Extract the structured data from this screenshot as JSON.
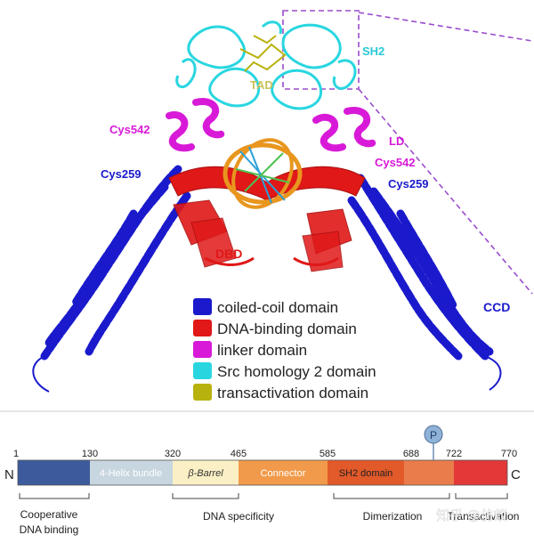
{
  "structure_labels": {
    "sh2": "SH2",
    "tad": "TAD",
    "cys542_left": "Cys542",
    "cys542_right": "Cys542",
    "ld": "LD",
    "cys259_left": "Cys259",
    "cys259_right": "Cys259",
    "dbd": "DBD",
    "ccd": "CCD"
  },
  "legend": [
    {
      "label": "coiled-coil domain",
      "color": "#1a1acc"
    },
    {
      "label": "DNA-binding domain",
      "color": "#e01818"
    },
    {
      "label": "linker domain",
      "color": "#d81ad8"
    },
    {
      "label": "Src homology 2 domain",
      "color": "#29d6e0"
    },
    {
      "label": "transactivation domain",
      "color": "#b8b20f"
    }
  ],
  "domain_bar": {
    "n_label": "N",
    "c_label": "C",
    "positions": [
      "1",
      "130",
      "320",
      "465",
      "585",
      "688",
      "722",
      "770"
    ],
    "segments": [
      {
        "label": "",
        "color": "#3d5b9c"
      },
      {
        "label": "4-Helix bundle",
        "color": "#c7d6df"
      },
      {
        "label": "β-Barrel",
        "color": "#fbf0c5"
      },
      {
        "label": "Connector",
        "color": "#f19a4b"
      },
      {
        "label": "SH2 domain",
        "color": "#e2592a"
      },
      {
        "label": "",
        "color": "#e97c4b"
      },
      {
        "label": "",
        "color": "#e23838"
      }
    ],
    "phospho_label": "P",
    "annotations": [
      "Cooperative",
      "DNA binding",
      "DNA specificity",
      "Dimerization",
      "Transactivation"
    ]
  },
  "watermark": "知乎 @仿蚁",
  "colors": {
    "coiled_coil": "#1a1acc",
    "dna_binding": "#e01818",
    "linker": "#d81ad8",
    "sh2": "#29d6e0",
    "tad": "#b8b20f",
    "dna_orange": "#e8961e",
    "dashed": "#9b4dcc"
  }
}
